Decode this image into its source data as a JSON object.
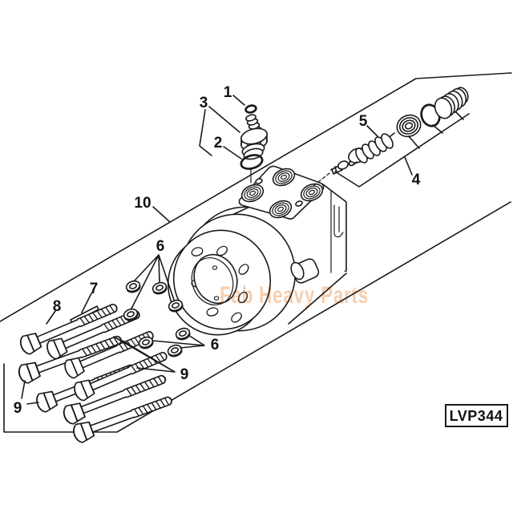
{
  "diagram": {
    "code": "LVP344",
    "watermark": "Fab Heavy Parts",
    "colors": {
      "line": "#1a1a1a",
      "background": "#ffffff",
      "watermark": "#f5c29a"
    },
    "callouts": [
      "1",
      "2",
      "3",
      "4",
      "5",
      "6",
      "7",
      "8",
      "9",
      "10"
    ]
  }
}
